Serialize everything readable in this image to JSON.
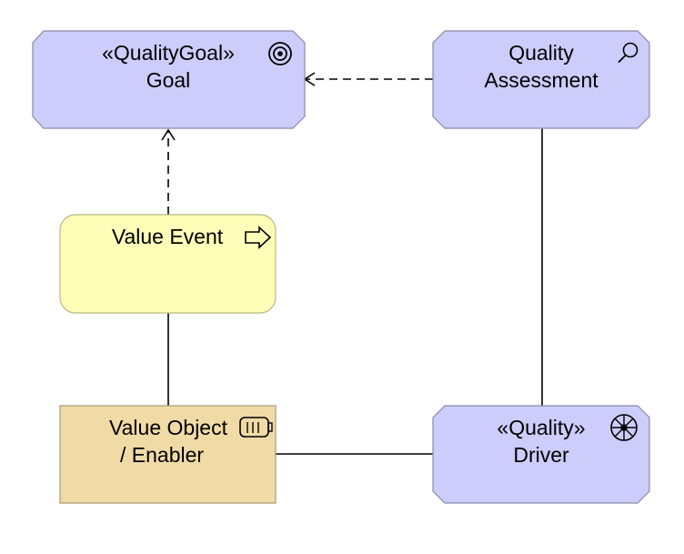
{
  "diagram": {
    "nodes": {
      "goal": {
        "stereotype": "«QualityGoal»",
        "name": "Goal",
        "icon": "goal-target-icon",
        "fill": "#cccdfa"
      },
      "assessment": {
        "line1": "Quality",
        "line2": "Assessment",
        "icon": "magnifier-icon",
        "fill": "#cccdfa"
      },
      "value_event": {
        "name": "Value Event",
        "icon": "event-arrow-icon",
        "fill": "#fefeb9"
      },
      "value_object": {
        "line1": "Value Object",
        "line2": "/ Enabler",
        "icon": "resource-battery-icon",
        "fill": "#f0dba7"
      },
      "driver": {
        "stereotype": "«Quality»",
        "name": "Driver",
        "icon": "driver-wheel-icon",
        "fill": "#cccdfa"
      }
    },
    "connections": [
      {
        "from": "assessment",
        "to": "goal",
        "kind": "influence-dashed-arrow"
      },
      {
        "from": "value_event",
        "to": "goal",
        "kind": "influence-dashed-arrow"
      },
      {
        "from": "value_event",
        "to": "value_object",
        "kind": "association"
      },
      {
        "from": "value_object",
        "to": "driver",
        "kind": "association"
      },
      {
        "from": "assessment",
        "to": "driver",
        "kind": "association"
      }
    ],
    "colors": {
      "motivation": "#cccdfa",
      "event": "#fefeb9",
      "resource": "#f0dba7",
      "stroke": "#8a8aa8"
    }
  }
}
